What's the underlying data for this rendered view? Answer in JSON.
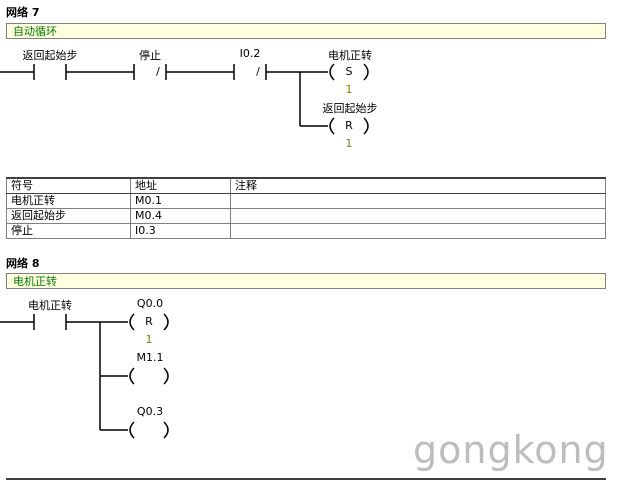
{
  "network7": {
    "title": "网络 7",
    "comment": "自动循环",
    "contacts": [
      {
        "label": "返回起始步",
        "type": "NO"
      },
      {
        "label": "停止",
        "type": "NC",
        "symbol": "/"
      },
      {
        "label": "I0.2",
        "type": "NC",
        "symbol": "/"
      }
    ],
    "coils": [
      {
        "label": "电机正转",
        "symbol": "S",
        "value": "1"
      },
      {
        "label": "返回起始步",
        "symbol": "R",
        "value": "1"
      }
    ],
    "symbol_table": {
      "headers": [
        "符号",
        "地址",
        "注释"
      ],
      "rows": [
        [
          "电机正转",
          "M0.1",
          ""
        ],
        [
          "返回起始步",
          "M0.4",
          ""
        ],
        [
          "停止",
          "I0.3",
          ""
        ]
      ]
    }
  },
  "network8": {
    "title": "网络 8",
    "comment": "电机正转",
    "contacts": [
      {
        "label": "电机正转",
        "type": "NO"
      }
    ],
    "coils": [
      {
        "label": "Q0.0",
        "symbol": "R",
        "value": "1"
      },
      {
        "label": "M1.1",
        "symbol": "",
        "value": ""
      },
      {
        "label": "Q0.3",
        "symbol": "",
        "value": ""
      }
    ]
  },
  "watermark": "gongkong"
}
